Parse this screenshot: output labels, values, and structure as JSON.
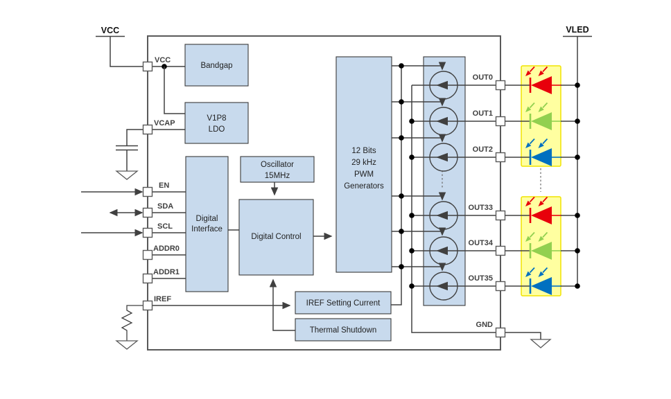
{
  "rails": {
    "vcc": "VCC",
    "vled": "VLED"
  },
  "left_pins": [
    {
      "label": "VCC"
    },
    {
      "label": "VCAP"
    },
    {
      "label": "EN"
    },
    {
      "label": "SDA"
    },
    {
      "label": "SCL"
    },
    {
      "label": "ADDR0"
    },
    {
      "label": "ADDR1"
    },
    {
      "label": "IREF"
    }
  ],
  "blocks": {
    "bandgap": "Bandgap",
    "ldo": {
      "line1": "V1P8",
      "line2": "LDO"
    },
    "oscillator": {
      "line1": "Oscillator",
      "line2": "15MHz"
    },
    "digital_interface": {
      "line1": "Digital",
      "line2": "Interface"
    },
    "digital_control": "Digital Control",
    "pwm": {
      "line1": "12 Bits",
      "line2": "29 kHz",
      "line3": "PWM",
      "line4": "Generators"
    },
    "iref_setting": "IREF Setting Current",
    "thermal_shutdown": "Thermal Shutdown"
  },
  "outputs": [
    {
      "label": "OUT0",
      "led_color": "#e8000b"
    },
    {
      "label": "OUT1",
      "led_color": "#92d050"
    },
    {
      "label": "OUT2",
      "led_color": "#0070c0"
    },
    {
      "label": "OUT33",
      "led_color": "#e8000b"
    },
    {
      "label": "OUT34",
      "led_color": "#92d050"
    },
    {
      "label": "OUT35",
      "led_color": "#0070c0"
    }
  ],
  "gnd_pin": "GND",
  "colors": {
    "block_fill": "#c8daed",
    "led_group_fill": "#ffffa0",
    "led_group_border": "#f0e400",
    "wire": "#404040",
    "ic_border": "#595959"
  }
}
